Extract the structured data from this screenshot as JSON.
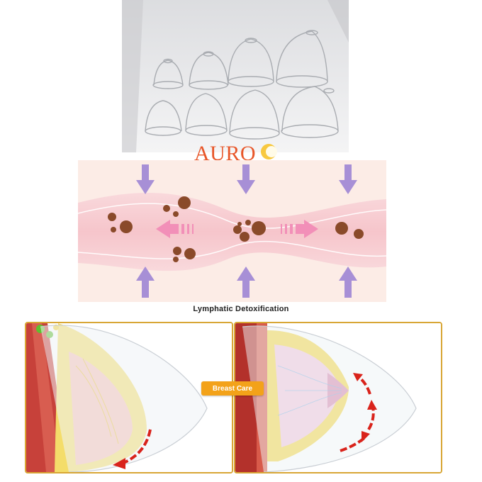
{
  "brand": {
    "logo_text": "AURO"
  },
  "diagram": {
    "caption": "Lymphatic Detoxification"
  },
  "comparison": {
    "badge": "Breast Care"
  },
  "colors": {
    "brand_orange": "#e8572a",
    "badge_orange": "#f3a219",
    "panel_border": "#d8a635",
    "arrow_purple": "#a78fd6",
    "arrow_pink": "#f28fb8",
    "particle_brown": "#8a4a2a",
    "curve_arrow_red": "#d9231b"
  }
}
